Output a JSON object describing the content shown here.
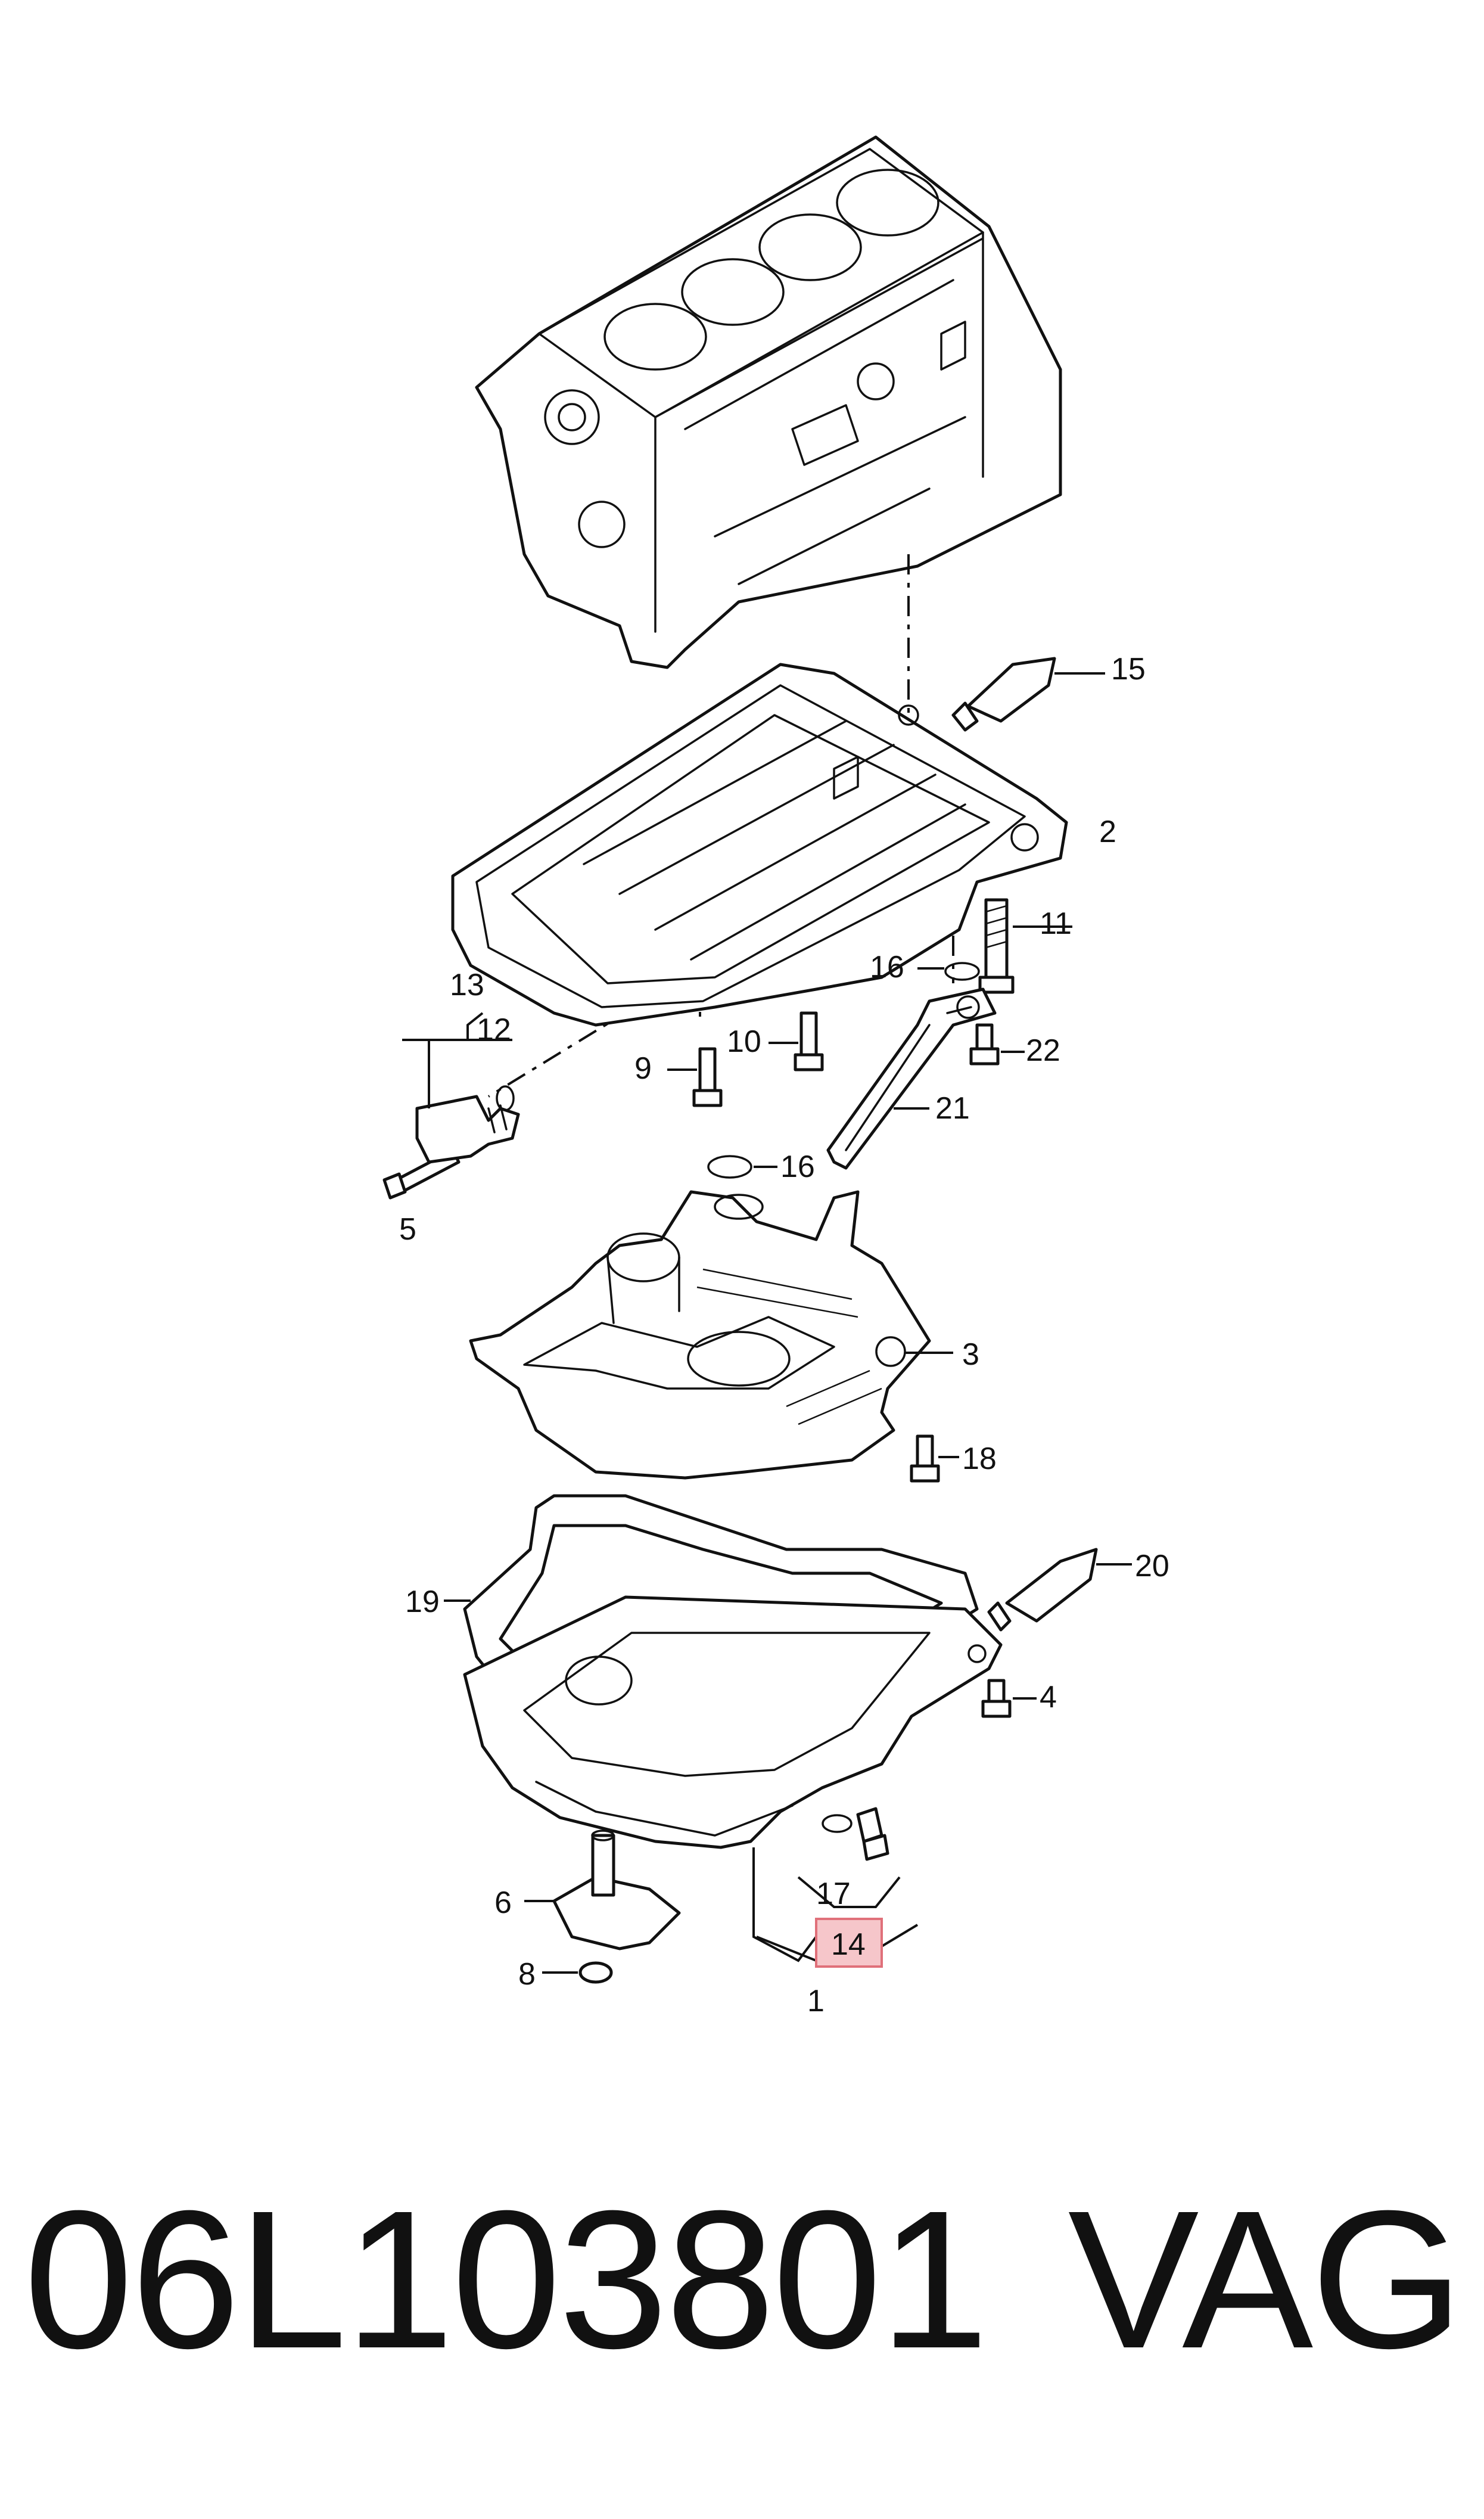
{
  "callouts": {
    "c1": "1",
    "c2": "2",
    "c3": "3",
    "c4": "4",
    "c5": "5",
    "c6": "6",
    "c8": "8",
    "c9": "9",
    "c10": "10",
    "c11": "11",
    "c12": "12",
    "c13": "13",
    "c14": "14",
    "c15": "15",
    "c16a": "16",
    "c16b": "16",
    "c17": "17",
    "c18": "18",
    "c19": "19",
    "c20": "20",
    "c21": "21",
    "c22": "22"
  },
  "highlighted_callout": "14",
  "footer": {
    "part_number": "06L103801",
    "brand": "VAG"
  }
}
